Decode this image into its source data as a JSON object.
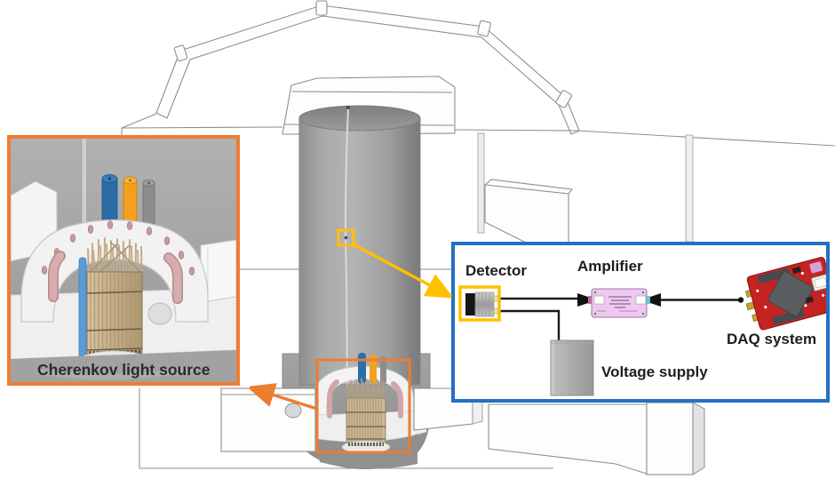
{
  "panels": {
    "cherenkov": {
      "label": "Cherenkov light source",
      "border_color": "#ED7D31"
    },
    "daq_chain": {
      "border_color": "#2470C2",
      "detector_label": "Detector",
      "amplifier_label": "Amplifier",
      "daq_system_label": "DAQ system",
      "voltage_supply_label": "Voltage supply",
      "detector_frame_color": "#FFC000"
    }
  },
  "markers": {
    "detector_position_color": "#FFC000",
    "core_zoom_color": "#ED7D31"
  },
  "rod_colors": {
    "blue": "#2B6CA8",
    "orange": "#F3A01F",
    "gray": "#8D8D8D",
    "guide_tube_blue": "#5B9BD5",
    "pink_tubes": "#D2A6A8",
    "core_tan": "#CDB794"
  }
}
